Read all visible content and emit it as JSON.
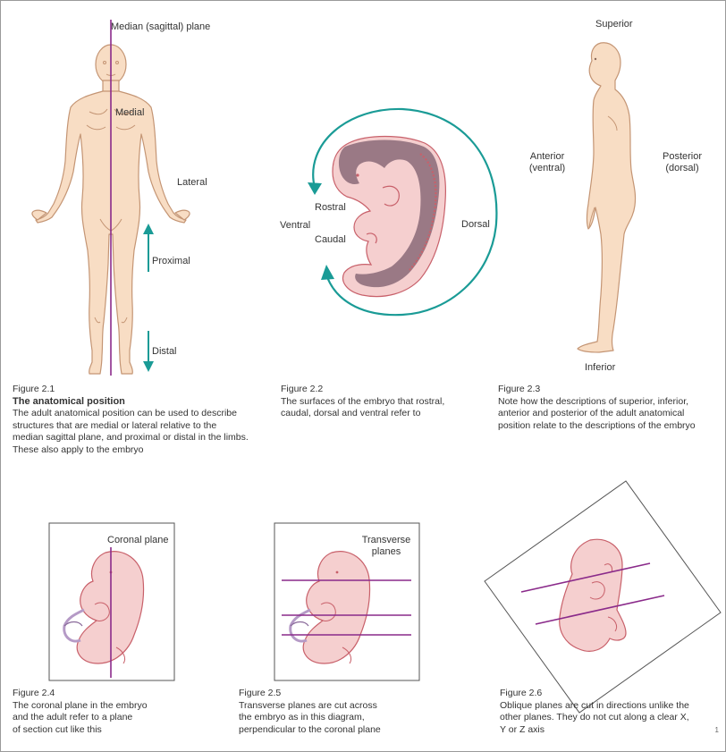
{
  "colors": {
    "plane": "#8a2a8a",
    "arrow": "#1a9b96",
    "skin": "#f8ddc4",
    "skin_line": "#c49574",
    "embryo": "#f5cfcf",
    "embryo_dark": "#8a6a78",
    "embryo_line": "#c8606a",
    "box": "#555555"
  },
  "fig1": {
    "labels": {
      "plane": "Median (sagittal) plane",
      "medial": "Medial",
      "lateral": "Lateral",
      "proximal": "Proximal",
      "distal": "Distal"
    },
    "caption": {
      "fig": "Figure 2.1",
      "title": "The anatomical position",
      "lines": [
        "The adult anatomical position can be used to describe",
        "structures that are medial or lateral relative to the",
        "median sagittal plane, and proximal or distal in the limbs.",
        "These also apply to the embryo"
      ]
    }
  },
  "fig2": {
    "labels": {
      "rostral": "Rostral",
      "caudal": "Caudal",
      "ventral": "Ventral",
      "dorsal": "Dorsal"
    },
    "caption": {
      "fig": "Figure 2.2",
      "lines": [
        "The surfaces of the embryo that rostral,",
        "caudal, dorsal and ventral refer to"
      ]
    }
  },
  "fig3": {
    "labels": {
      "superior": "Superior",
      "inferior": "Inferior",
      "anterior": "Anterior",
      "anterior2": "(ventral)",
      "posterior": "Posterior",
      "posterior2": "(dorsal)"
    },
    "caption": {
      "fig": "Figure 2.3",
      "lines": [
        "Note how the descriptions of superior, inferior,",
        "anterior and posterior of the adult anatomical",
        "position relate to the descriptions of the embryo"
      ]
    }
  },
  "fig4": {
    "labels": {
      "plane": "Coronal plane"
    },
    "caption": {
      "fig": "Figure 2.4",
      "lines": [
        "The coronal plane in the embryo",
        "and the adult refer to a plane",
        "of section cut like this"
      ]
    }
  },
  "fig5": {
    "labels": {
      "plane1": "Transverse",
      "plane2": "planes"
    },
    "caption": {
      "fig": "Figure 2.5",
      "lines": [
        "Transverse planes are cut across",
        "the embryo as in this diagram,",
        "perpendicular to the coronal plane"
      ]
    }
  },
  "fig6": {
    "caption": {
      "fig": "Figure 2.6",
      "lines": [
        "Oblique planes are cut in directions unlike the",
        "other planes. They do not cut along a clear X,",
        "Y or Z axis"
      ]
    }
  },
  "page_mark": "1"
}
